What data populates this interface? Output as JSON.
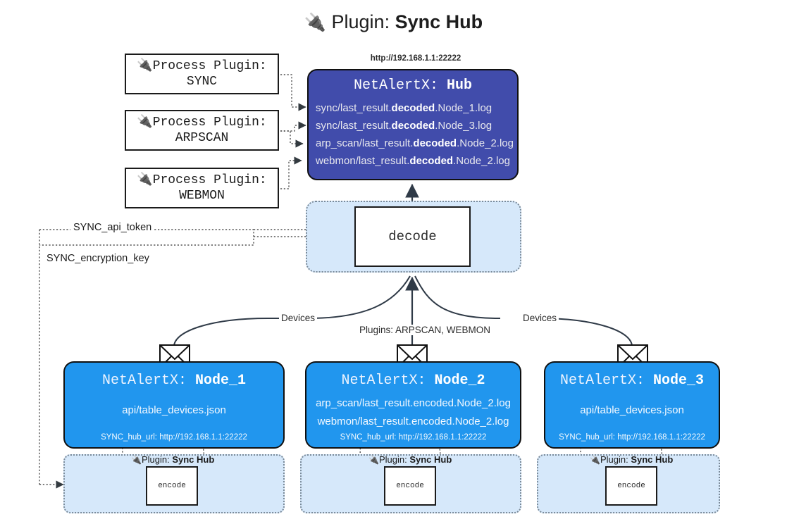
{
  "title": {
    "plug_icon": "🔌",
    "prefix": "Plugin:",
    "name": "Sync Hub"
  },
  "process_plugins": [
    {
      "icon": "🔌",
      "line1": "Process Plugin:",
      "line2": "SYNC"
    },
    {
      "icon": "🔌",
      "line1": "Process Plugin:",
      "line2": "ARPSCAN"
    },
    {
      "icon": "🔌",
      "line1": "Process Plugin:",
      "line2": "WEBMON"
    }
  ],
  "hub": {
    "url": "http://192.168.1.1:22222",
    "title_prefix": "NetAlertX:",
    "title_name": "Hub",
    "logs": [
      {
        "pre": "sync/last_result.",
        "bold": "decoded",
        "post": ".Node_1.log"
      },
      {
        "pre": "sync/last_result.",
        "bold": "decoded",
        "post": ".Node_3.log"
      },
      {
        "pre": "arp_scan/last_result.",
        "bold": "decoded",
        "post": ".Node_2.log"
      },
      {
        "pre": "webmon/last_result.",
        "bold": "decoded",
        "post": ".Node_2.log"
      }
    ]
  },
  "decode": {
    "label": "decode"
  },
  "secrets": [
    {
      "label": "SYNC_api_token"
    },
    {
      "label": "SYNC_encryption_key"
    }
  ],
  "edge_labels": {
    "devices_left": "Devices",
    "devices_right": "Devices",
    "plugins_center": "Plugins: ARPSCAN, WEBMON"
  },
  "nodes": [
    {
      "title_prefix": "NetAlertX:",
      "title_name": "Node_1",
      "lines": [
        "api/table_devices.json"
      ],
      "url_key": "SYNC_hub_url:",
      "url_value": "http://192.168.1.1:22222",
      "plugin_label_prefix": "Plugin:",
      "plugin_label_name": "Sync Hub",
      "plugin_icon": "🔌",
      "encode_label": "encode",
      "envelope_icon": "envelope"
    },
    {
      "title_prefix": "NetAlertX:",
      "title_name": "Node_2",
      "lines": [
        "arp_scan/last_result.encoded.Node_2.log",
        "webmon/last_result.encoded.Node_2.log"
      ],
      "url_key": "SYNC_hub_url:",
      "url_value": "http://192.168.1.1:22222",
      "plugin_label_prefix": "Plugin:",
      "plugin_label_name": "Sync Hub",
      "plugin_icon": "🔌",
      "encode_label": "encode",
      "envelope_icon": "envelope"
    },
    {
      "title_prefix": "NetAlertX:",
      "title_name": "Node_3",
      "lines": [
        "api/table_devices.json"
      ],
      "url_key": "SYNC_hub_url:",
      "url_value": "http://192.168.1.1:22222",
      "plugin_label_prefix": "Plugin:",
      "plugin_label_name": "Sync Hub",
      "plugin_icon": "🔌",
      "encode_label": "encode",
      "envelope_icon": "envelope"
    }
  ],
  "colors": {
    "hub_fill": "#414cab",
    "node_fill": "#2196ee",
    "zone_fill": "#d6e8fa",
    "stroke": "#101010",
    "dotted": "#555555"
  }
}
